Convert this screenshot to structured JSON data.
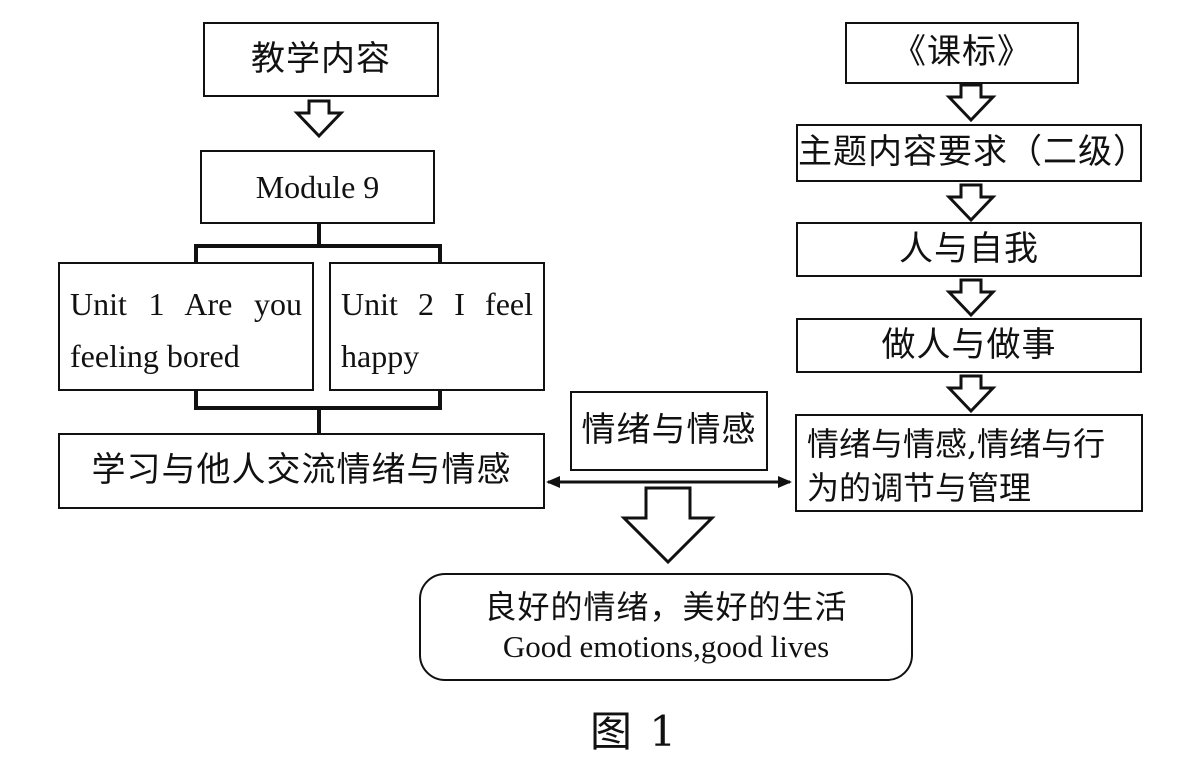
{
  "left": {
    "content_title": "教学内容",
    "module": "Module 9",
    "unit1_line1": "Unit 1 Are you",
    "unit1_line2": "feeling bored",
    "unit2_line1": "Unit 2 I feel",
    "unit2_line2": "happy",
    "summary": "学习与他人交流情绪与情感"
  },
  "center": {
    "label": "情绪与情感"
  },
  "right": {
    "standard": "《课标》",
    "requirement": "主题内容要求（二级）",
    "self": "人与自我",
    "conduct": "做人与做事",
    "emotion_line1": "情绪与情感,情绪与行",
    "emotion_line2": "为的调节与管理"
  },
  "goal": {
    "line1": "良好的情绪，美好的生活",
    "line2": "Good emotions,good lives"
  },
  "figure": {
    "caption": "图 1"
  }
}
